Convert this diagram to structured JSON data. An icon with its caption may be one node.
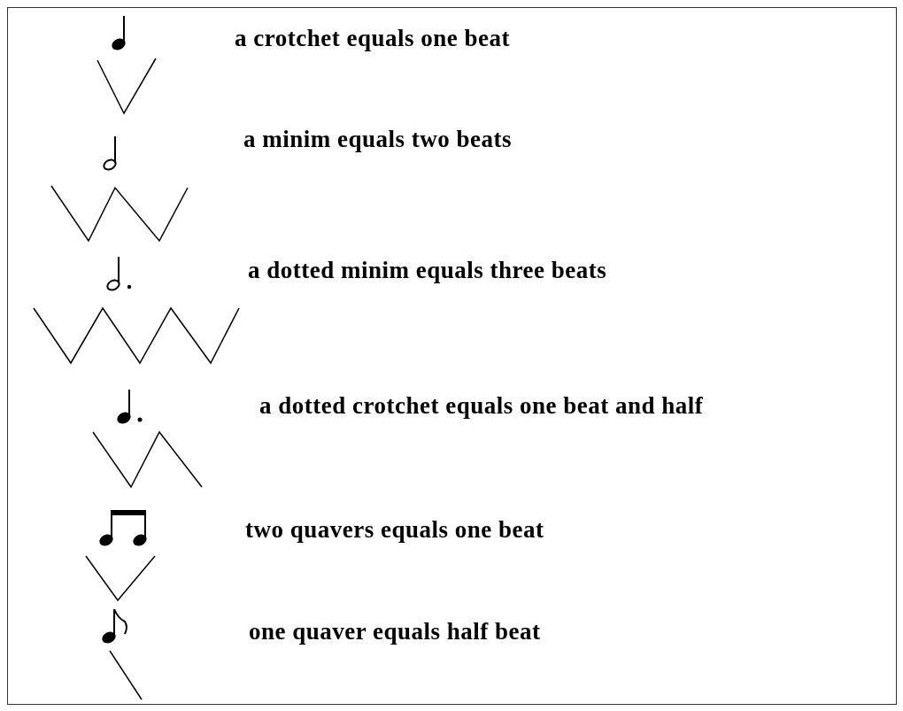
{
  "diagram": {
    "labels": [
      "a crotchet equals one beat",
      "a minim equals two beats",
      "a dotted minim equals three beats",
      "a dotted crotchet equals one beat and half",
      "two quavers equals one beat",
      "one quaver equals half beat"
    ]
  }
}
